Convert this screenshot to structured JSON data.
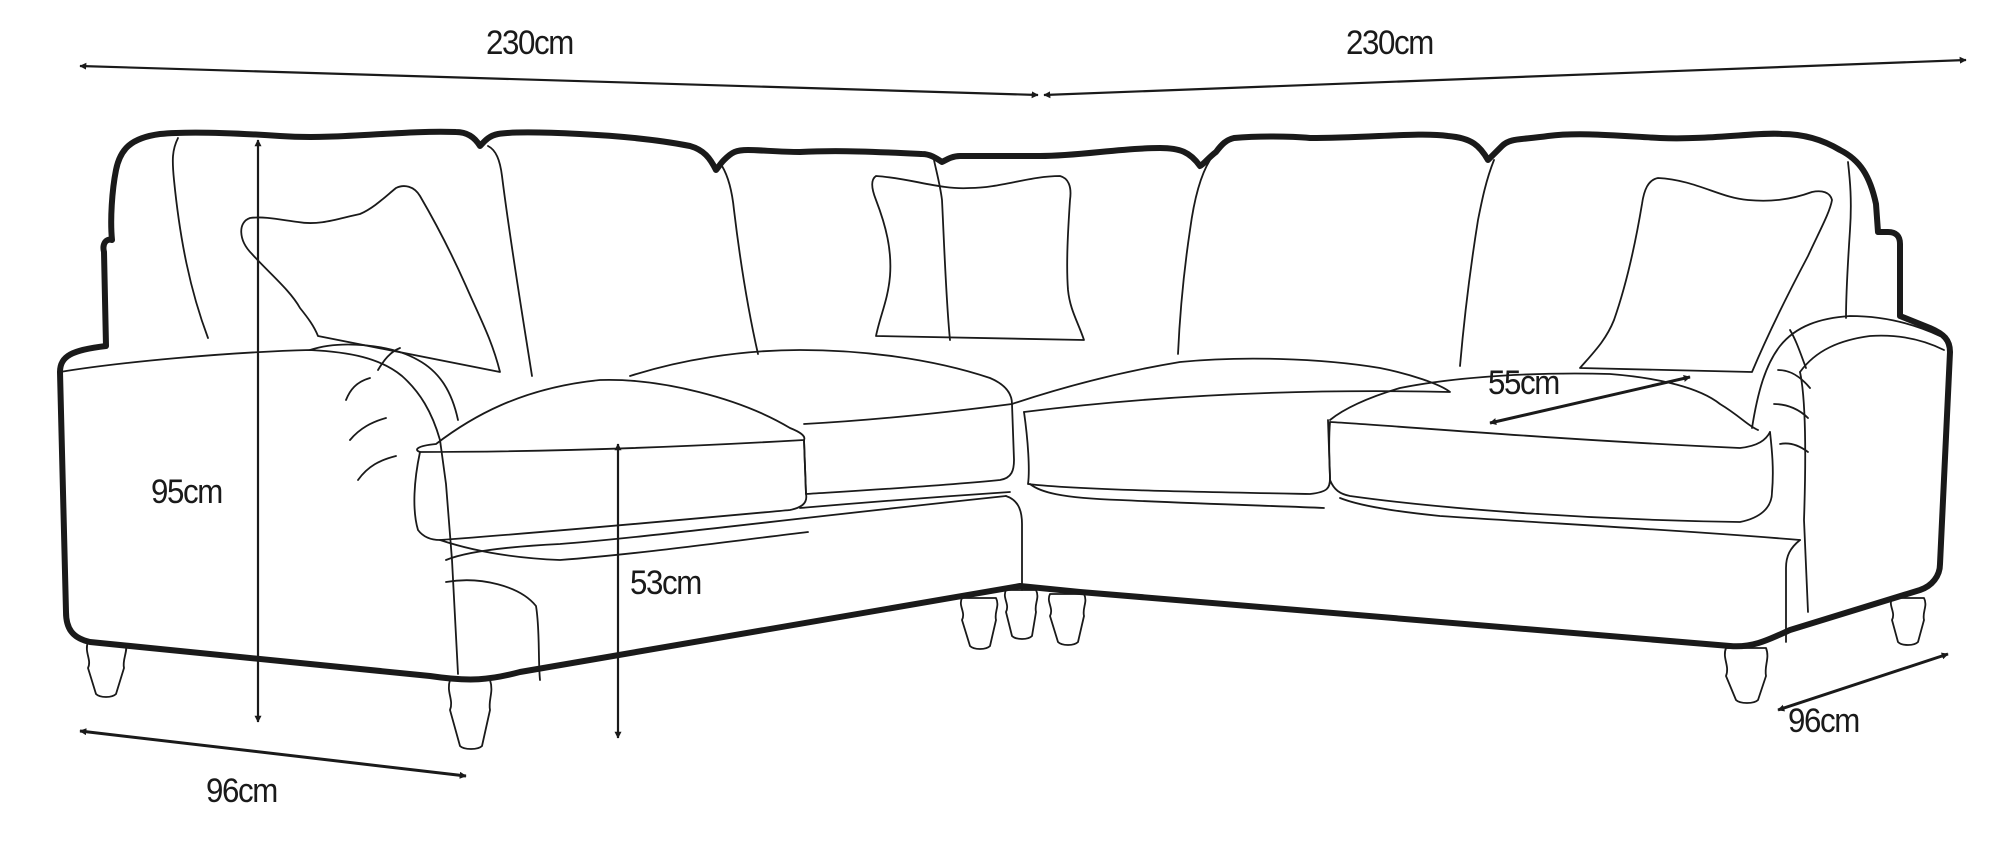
{
  "diagram": {
    "subject": "Corner sofa dimensions",
    "stroke_color": "#1a1a1a",
    "background": "#ffffff",
    "dimensions": {
      "left_width": {
        "label": "230cm",
        "value": 230,
        "unit": "cm"
      },
      "right_width": {
        "label": "230cm",
        "value": 230,
        "unit": "cm"
      },
      "overall_height": {
        "label": "95cm",
        "value": 95,
        "unit": "cm"
      },
      "seat_height": {
        "label": "53cm",
        "value": 53,
        "unit": "cm"
      },
      "seat_depth": {
        "label": "55cm",
        "value": 55,
        "unit": "cm"
      },
      "left_depth": {
        "label": "96cm",
        "value": 96,
        "unit": "cm"
      },
      "right_depth": {
        "label": "96cm",
        "value": 96,
        "unit": "cm"
      }
    }
  }
}
